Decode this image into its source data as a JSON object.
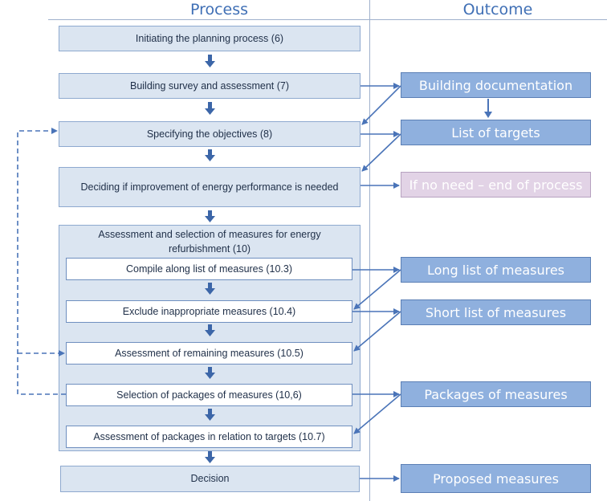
{
  "headers": {
    "process": "Process",
    "outcome": "Outcome"
  },
  "process": {
    "initiating": "Initiating the planning process (6)",
    "survey": "Building survey and assessment (7)",
    "objectives": "Specifying the  objectives (8)",
    "deciding": "Deciding if improvement of energy performance is needed",
    "assessment_group": "Assessment and selection of measures for energy refurbishment (10)",
    "compile": "Compile along list of measures (10.3)",
    "exclude": "Exclude inappropriate measures (10.4)",
    "remaining": "Assessment of remaining measures (10.5)",
    "selection": "Selection of packages of measures (10,6)",
    "packages_assessment": "Assessment of packages  in relation to targets (10.7)",
    "decision": "Decision"
  },
  "outcome": {
    "documentation": "Building documentation",
    "targets": "List of targets",
    "no_need": "If no need – end of process",
    "long_list": "Long list of measures",
    "short_list": "Short list of measures",
    "packages": "Packages of measures",
    "proposed": "Proposed measures"
  },
  "colors": {
    "process_fill": "#dbe5f1",
    "outcome_fill": "#8fb0de",
    "end_fill": "#e2d3e6",
    "arrow": "#4a74b8",
    "header": "#3f6fb5"
  }
}
